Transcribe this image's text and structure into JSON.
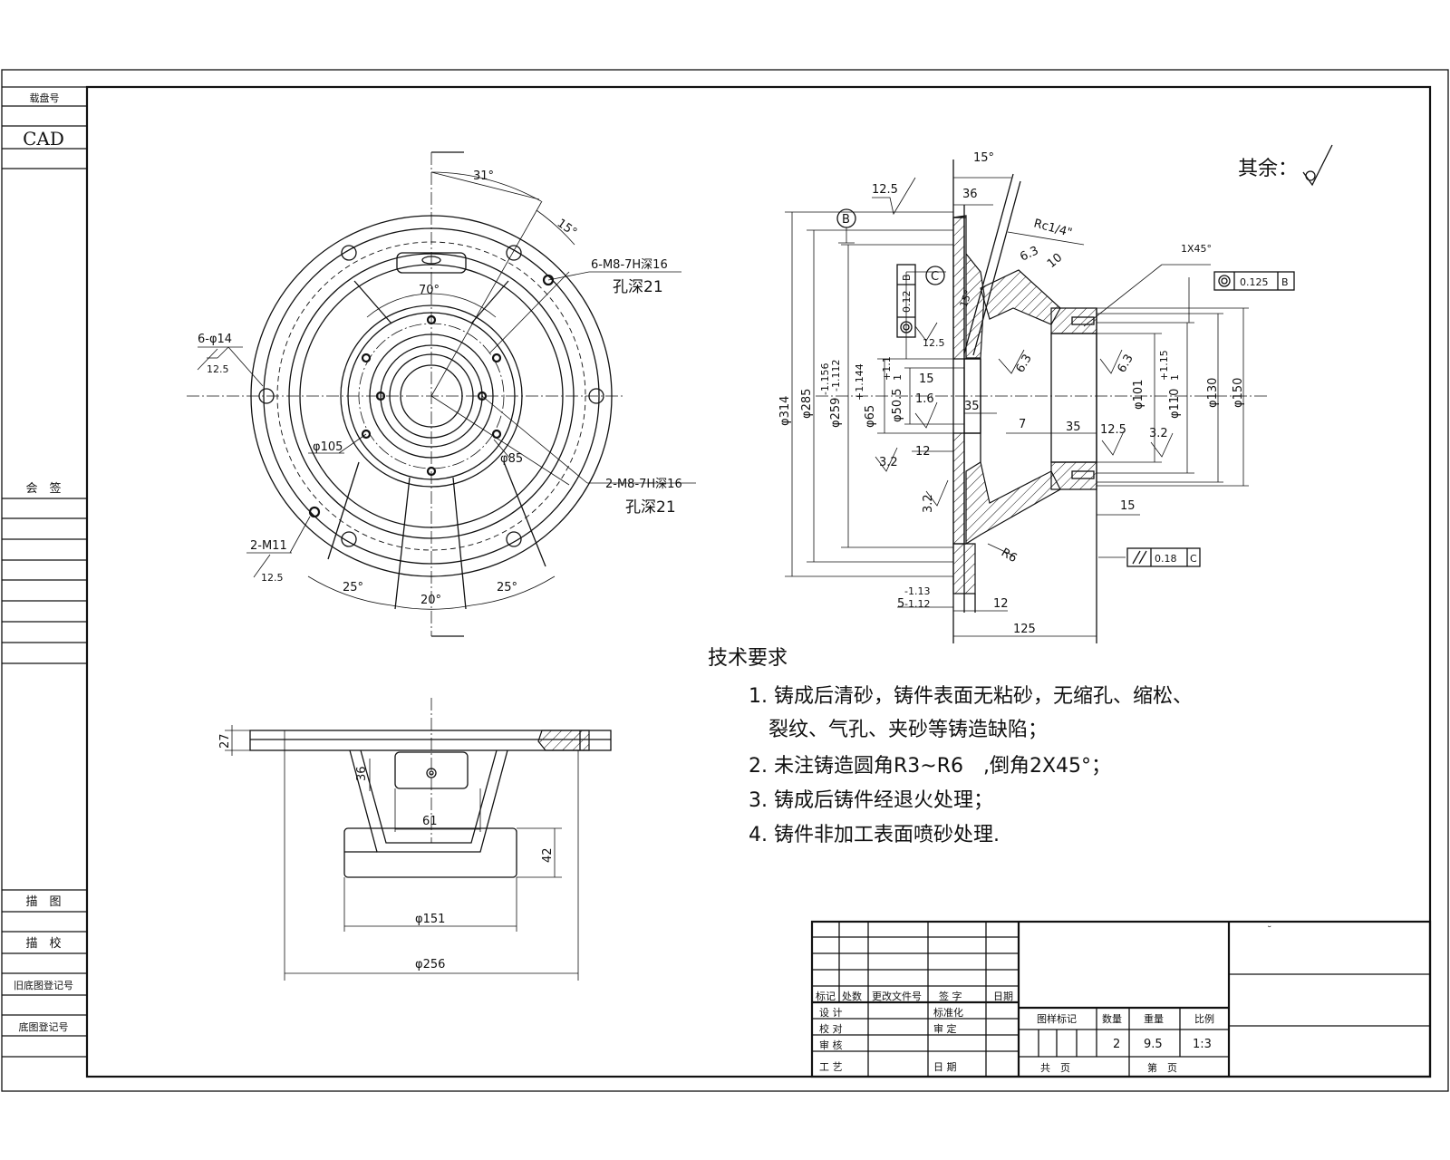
{
  "sidebar": {
    "archive_no": "载盘号",
    "cad": "CAD",
    "countersign": "会　签",
    "draw": "描　图",
    "trace_check": "描　校",
    "old_reg": "旧底图登记号",
    "base_reg": "底图登记号"
  },
  "top_view": {
    "angle_31": "31°",
    "angle_15": "15°",
    "thread_6": "6-M8-7H深16",
    "hole_depth_a": "孔深21",
    "hole_6d14": "6-φ14",
    "rough_a": "12.5",
    "dim_70": "70°",
    "dim_d105": "φ105",
    "dim_d85": "φ85",
    "thread_2": "2-M8-7H深16",
    "hole_depth_b": "孔深21",
    "hole_2m11": "2-M11",
    "rough_b": "12.5",
    "angle_25a": "25°",
    "angle_20": "20°",
    "angle_25b": "25°"
  },
  "front_view": {
    "dim_27": "27",
    "dim_36": "36",
    "dim_61": "61",
    "dim_42": "42",
    "dim_d151": "φ151",
    "dim_d256": "φ256"
  },
  "section_view": {
    "dim_15_top": "15°",
    "dim_36": "36",
    "rough_125": "12.5",
    "datum_b": "B",
    "datum_c": "C",
    "rc_thread": "Rc1/4\"",
    "rough_63_top": "6.3",
    "dim_10": "10",
    "chamfer": "1X45°",
    "tol_coax_top": "0.125",
    "tol_coax_top_datum": "B",
    "tol_coax_left": "0.12",
    "tol_coax_left_datum": "B",
    "dim_15_mid": "15°",
    "rough_125_small": "12.5",
    "rough_63_mid": "6.3",
    "rough_63_right": "6.3",
    "d314": "φ314",
    "d285": "φ285",
    "d259": "φ259",
    "d259_tol_up": "-1.156",
    "d259_tol_lo": "-1.112",
    "d65": "φ65",
    "d65_tol": "+1.144",
    "d505": "φ50.5",
    "d505_tol_up": "+1.1",
    "d505_tol_lo": "1",
    "dim_15_b": "15",
    "rough_16": "1.6",
    "dim_35_a": "35",
    "d101": "φ101",
    "d110": "φ110",
    "d110_tol_up": "+1.15",
    "d110_tol_lo": "1",
    "d130": "φ130",
    "d150": "φ150",
    "dim_7": "7",
    "dim_35_b": "35",
    "rough_125_b": "12.5",
    "rough_32_a": "3.2",
    "rough_32_b": "3.2",
    "dim_12_a": "12",
    "rough_32_c": "3.2",
    "dim_15_c": "15",
    "r6": "R6",
    "tol_parallel": "0.18",
    "tol_parallel_datum": "C",
    "dim_5": "5",
    "dim_5_tol_up": "-1.13",
    "dim_5_tol_lo": "-1.12",
    "dim_12_b": "12",
    "dim_125": "125",
    "rest_rough": "其余："
  },
  "requirements": {
    "title": "技术要求",
    "items": [
      "1. 铸成后清砂，铸件表面无粘砂，无缩孔、缩松、",
      "裂纹、气孔、夹砂等铸造缺陷；",
      "2. 未注铸造圆角R3~R6　,倒角2X45°；",
      "3. 铸成后铸件经退火处理；",
      "4. 铸件非加工表面喷砂处理."
    ]
  },
  "title_block": {
    "h_mark": "标记",
    "h_count": "处数",
    "h_doc": "更改文件号",
    "h_sign": "签 字",
    "h_date": "日期",
    "design": "设 计",
    "standard": "标准化",
    "check": "校 对",
    "review": "审 定",
    "audit": "审 核",
    "process": "工 艺",
    "date": "日 期",
    "stage_mark": "图样标记",
    "quantity": "数量",
    "weight": "重量",
    "scale": "比例",
    "quantity_val": "2",
    "weight_val": "9.5",
    "scale_val": "1:3",
    "total_pages": "共　页",
    "page_no": "第　页",
    "mark_tiny": "˘"
  }
}
